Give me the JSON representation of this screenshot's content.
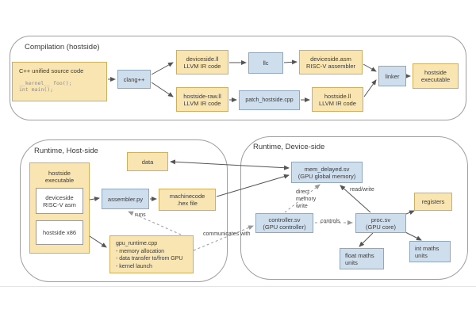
{
  "colors": {
    "yellow_fill": "#F8E5B2",
    "yellow_border": "#CFAE5D",
    "blue_fill": "#CFDEED",
    "blue_border": "#90A7BD",
    "arrow_solid": "#555555",
    "arrow_dashed": "#999999"
  },
  "containers": {
    "compilation": {
      "title": "Compilation (hostside)"
    },
    "runtime_host": {
      "title": "Runtime, Host-side"
    },
    "runtime_device": {
      "title": "Runtime, Device-side"
    }
  },
  "nodes": {
    "cpp_source": {
      "label": "C++ unified source code",
      "code": "__kernel__ foo();\nint main();"
    },
    "clang": {
      "label": "clang++"
    },
    "deviceside_ll": {
      "label": "deviceside.ll\nLLVM IR code"
    },
    "hostside_raw_ll": {
      "label": "hostside-raw.ll\nLLVM IR code"
    },
    "llc": {
      "label": "llc"
    },
    "deviceside_asm": {
      "label": "deviceside.asm\nRISC-V assembler"
    },
    "patch_hostside": {
      "label": "patch_hostside.cpp"
    },
    "hostside_ll": {
      "label": "hostside.ll\nLLVM IR code"
    },
    "linker": {
      "label": "linker"
    },
    "hostside_executable": {
      "label": "hostside\nexecutable"
    },
    "data": {
      "label": "data"
    },
    "hostside_executable_runtime": {
      "label": "hostside\nexecutable"
    },
    "deviceside_riscv_asm": {
      "label": "deviceside\nRISC-V asm"
    },
    "hostside_x86": {
      "label": "hostside x86"
    },
    "assembler_py": {
      "label": "assembler.py"
    },
    "machinecode_hex": {
      "label": "machinecode\n.hex file"
    },
    "gpu_runtime": {
      "label": "gpu_runtime.cpp\n- memory allocation\n- data transfer to/from GPU\n- kernel launch"
    },
    "mem_delayed": {
      "label": "mem_delayed.sv\n(GPU global memory)"
    },
    "controller": {
      "label": "controller.sv\n(GPU controller)"
    },
    "proc": {
      "label": "proc.sv\n(GPU core)"
    },
    "registers": {
      "label": "registers"
    },
    "float_maths": {
      "label": "float maths\nunits"
    },
    "int_maths": {
      "label": "int maths\nunits"
    }
  },
  "edge_labels": {
    "runs": "runs",
    "communicates_with": "communicates with",
    "direct_memory_write": "direct\nmemory\nwrite",
    "read_write": "read/write",
    "controls": "controls"
  }
}
